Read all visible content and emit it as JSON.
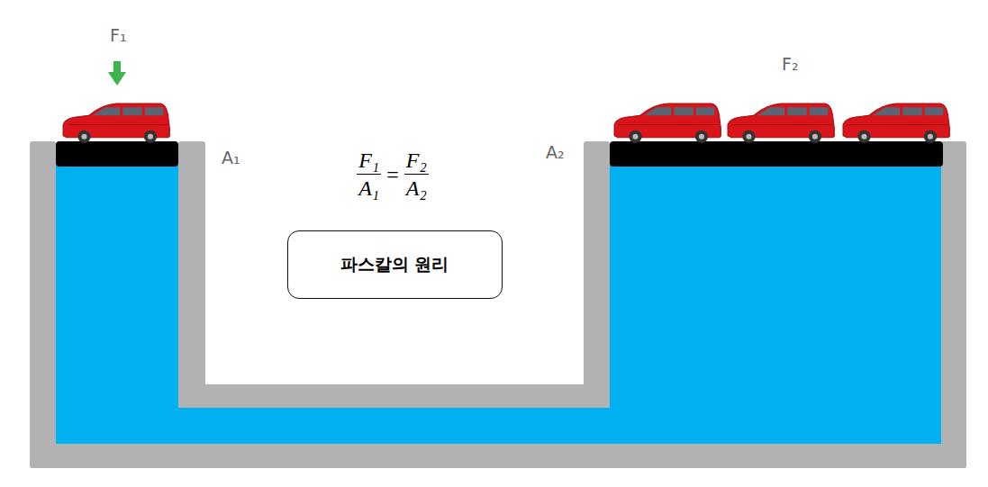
{
  "diagram": {
    "nodes": [
      {
        "text": [
          "파스칼의 원리"
        ]
      }
    ],
    "labels": [
      "F₁",
      "F₂",
      "A₁",
      "A₂",
      "F₁",
      "A₁",
      "=",
      "F₂",
      "A₂"
    ]
  }
}
